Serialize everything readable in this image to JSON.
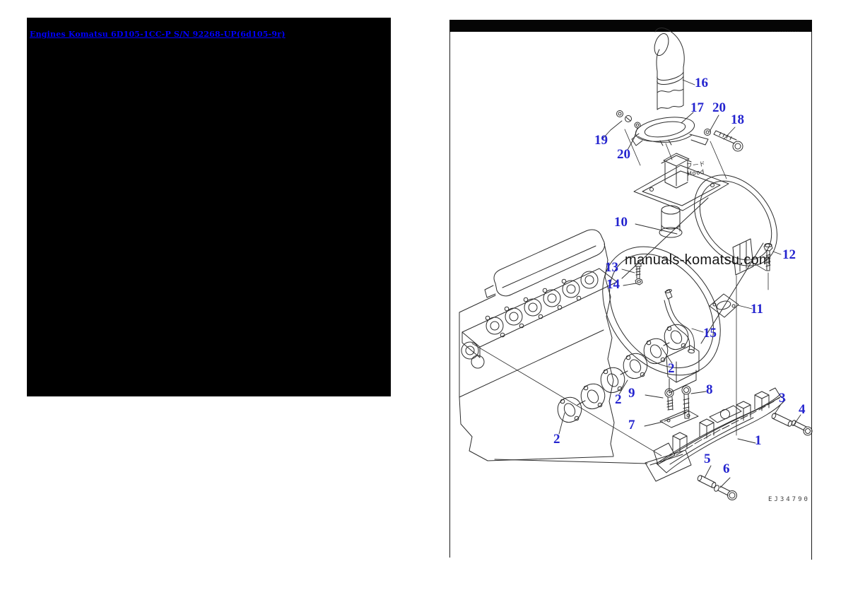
{
  "page": {
    "background": "#ffffff"
  },
  "left_panel": {
    "link_text": "Engines Komatsu 6D105-1CC-P S/N 92268-UP(6d105-9r)",
    "link_color": "#0000ff"
  },
  "diagram": {
    "header_marks": "···········",
    "watermark": "manuals-komatsu.com",
    "hood_label_jp": "フード",
    "hood_label_en": "Hood",
    "figure_code": "EJ34790",
    "callout_color": "#2424cf",
    "callouts": [
      {
        "num": "16"
      },
      {
        "num": "17"
      },
      {
        "num": "20"
      },
      {
        "num": "18"
      },
      {
        "num": "19"
      },
      {
        "num": "20"
      },
      {
        "num": "10"
      },
      {
        "num": "12"
      },
      {
        "num": "13"
      },
      {
        "num": "14"
      },
      {
        "num": "11"
      },
      {
        "num": "15"
      },
      {
        "num": "2"
      },
      {
        "num": "9"
      },
      {
        "num": "8"
      },
      {
        "num": "2"
      },
      {
        "num": "7"
      },
      {
        "num": "3"
      },
      {
        "num": "4"
      },
      {
        "num": "2"
      },
      {
        "num": "1"
      },
      {
        "num": "5"
      },
      {
        "num": "6"
      }
    ]
  }
}
